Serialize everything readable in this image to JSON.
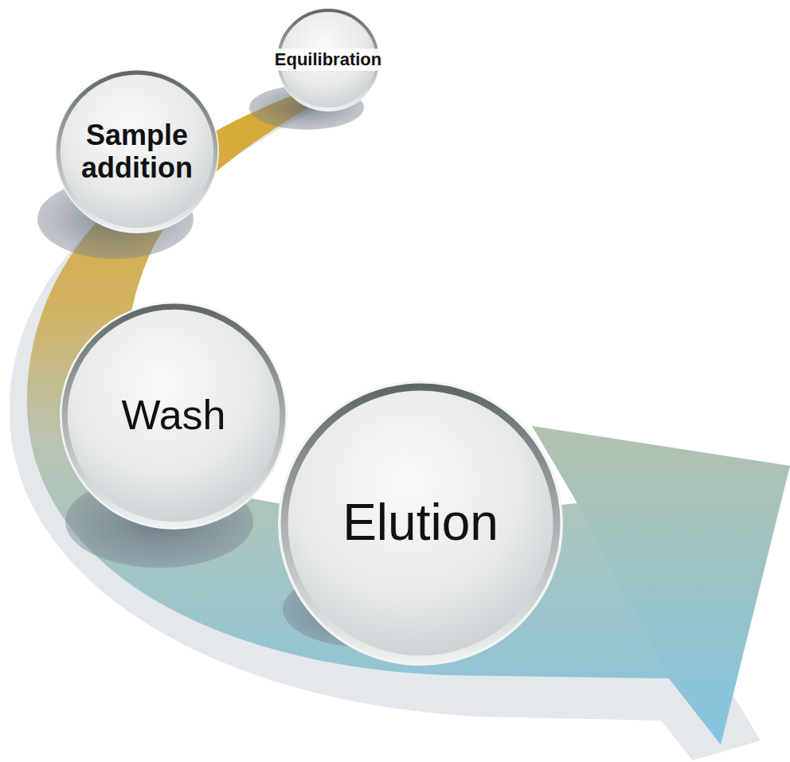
{
  "diagram": {
    "nodes": [
      {
        "text": [
          "Equilibration"
        ]
      },
      {
        "text": [
          "Sample addition"
        ]
      },
      {
        "text": [
          "Wash"
        ]
      },
      {
        "text": [
          "Elution"
        ]
      }
    ]
  }
}
